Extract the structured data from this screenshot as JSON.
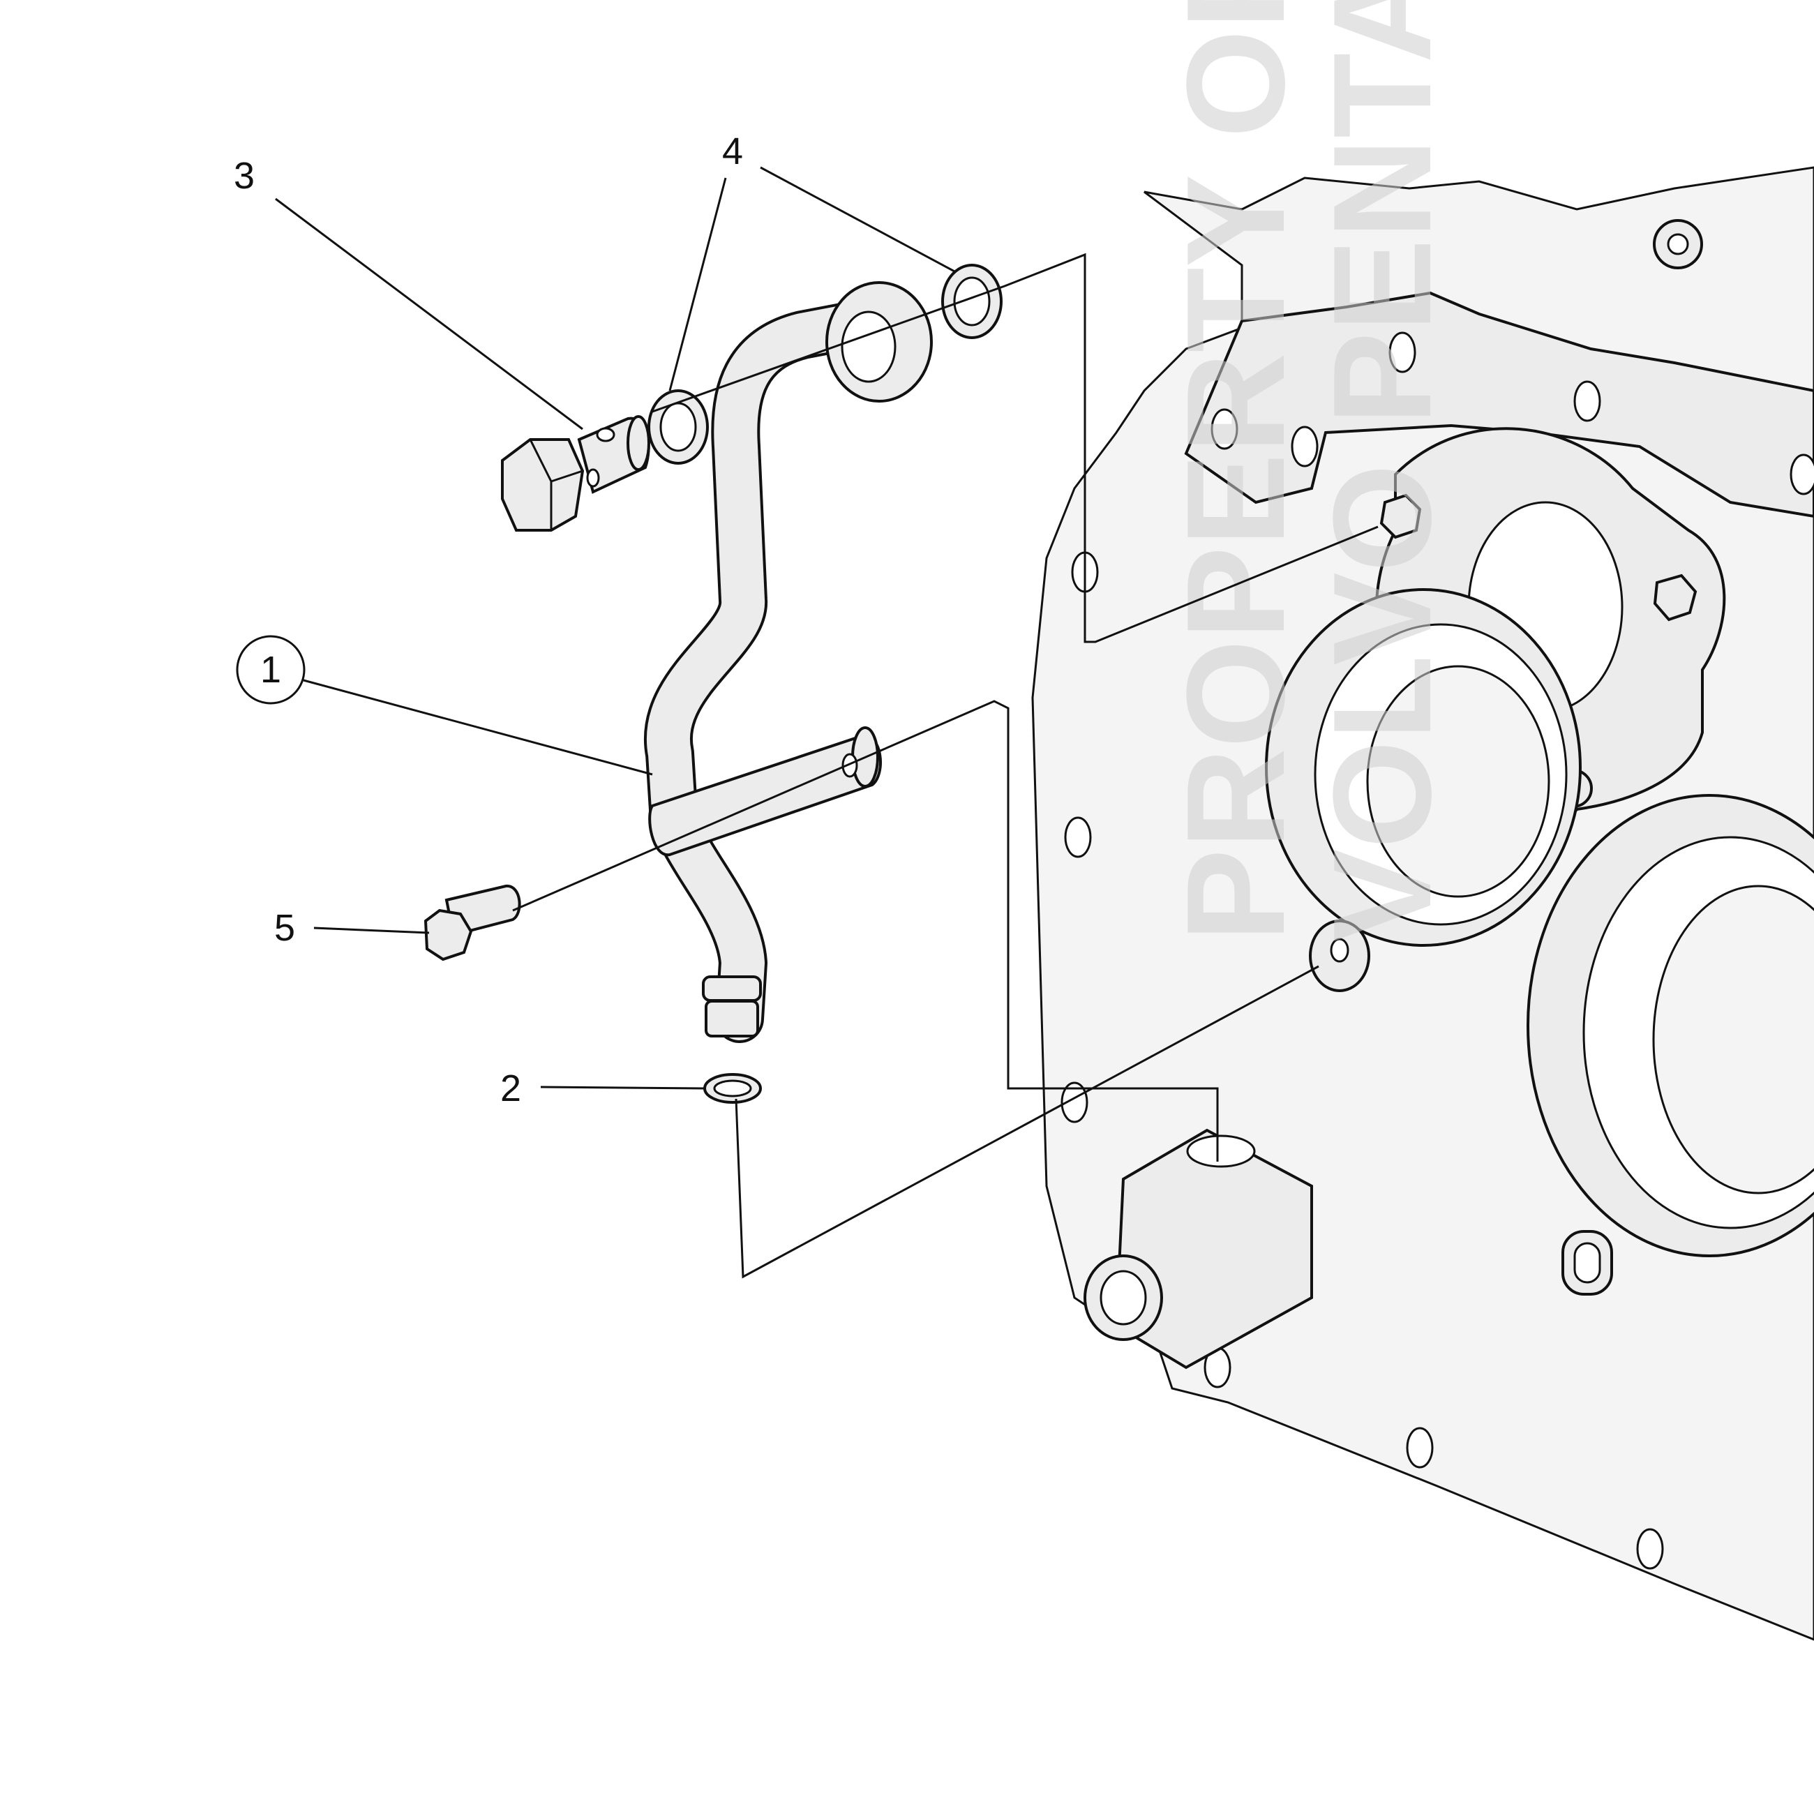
{
  "callouts": [
    {
      "id": "1",
      "label": "1",
      "circled": true
    },
    {
      "id": "2",
      "label": "2",
      "circled": false
    },
    {
      "id": "3",
      "label": "3",
      "circled": false
    },
    {
      "id": "4",
      "label": "4",
      "circled": false
    },
    {
      "id": "5",
      "label": "5",
      "circled": false
    }
  ],
  "watermark": {
    "line1": "PROPERTY OF",
    "line2": "VOLVO PENTA"
  },
  "colors": {
    "line": "#111111",
    "part_fill": "#ececec",
    "watermark": "#cfcfcf"
  }
}
